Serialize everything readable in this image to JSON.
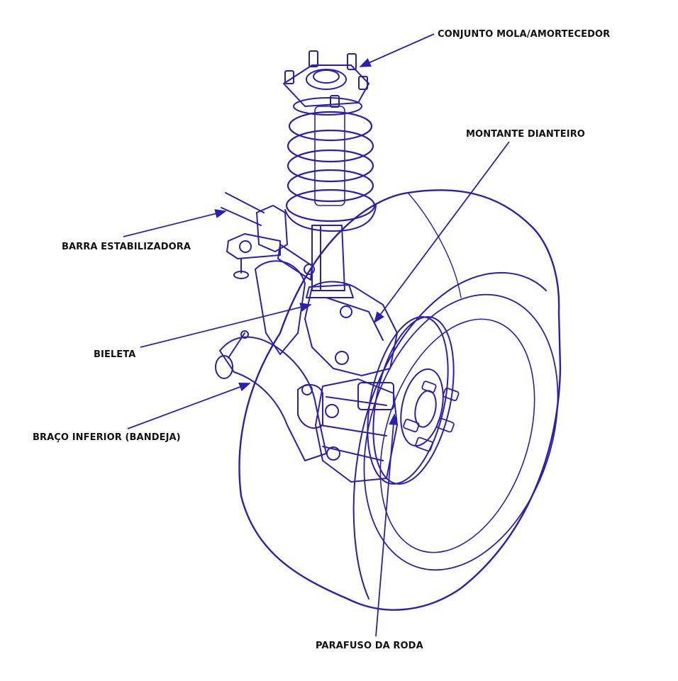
{
  "colors": {
    "ink": "#2a1fb0",
    "label": "#111111",
    "background": "#ffffff"
  },
  "labels": {
    "mola": "CONJUNTO MOLA/AMORTECEDOR",
    "montante": "MONTANTE DIANTEIRO",
    "barra": "BARRA ESTABILIZADORA",
    "bieleta": "BIELETA",
    "braco": "BRAÇO INFERIOR (BANDEJA)",
    "parafuso": "PARAFUSO DA RODA"
  }
}
